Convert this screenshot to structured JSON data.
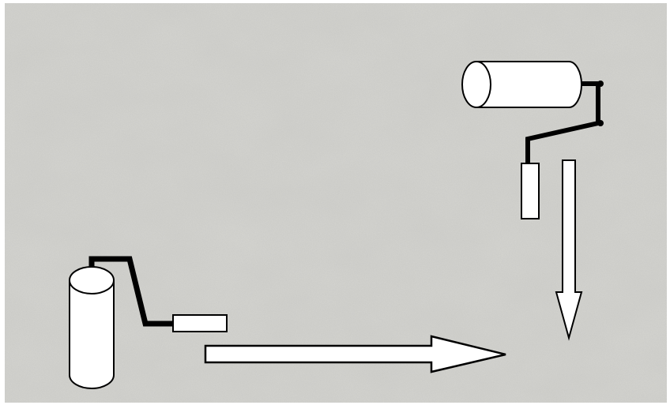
{
  "background": {
    "texture": "rough-plaster-wall",
    "base_color": "#d6d6d2",
    "frame_color": "#ffffff"
  },
  "rollers": [
    {
      "name": "paint-roller-vertical-bottom-left",
      "orientation": "vertical",
      "fill": "#ffffff",
      "stroke": "#000000"
    },
    {
      "name": "paint-roller-horizontal-top-right",
      "orientation": "horizontal",
      "fill": "#ffffff",
      "stroke": "#000000"
    }
  ],
  "arrows": [
    {
      "name": "arrow-right",
      "direction": "right"
    },
    {
      "name": "arrow-down",
      "direction": "down"
    }
  ]
}
